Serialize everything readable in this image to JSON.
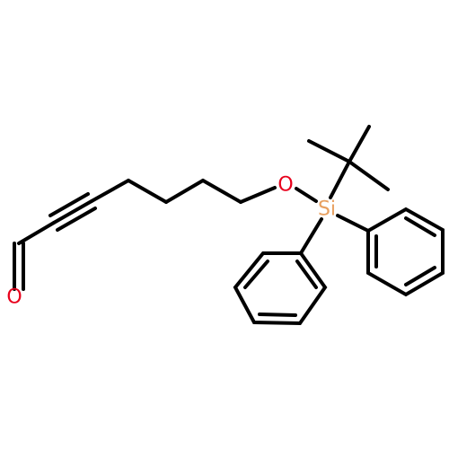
{
  "molecule": {
    "atom_labels": {
      "aldehyde_oxygen": "O",
      "ether_oxygen": "O",
      "silicon": "Si"
    },
    "colors": {
      "bond": "#000000",
      "oxygen": "#e8001c",
      "silicon": "#e8a060"
    }
  }
}
